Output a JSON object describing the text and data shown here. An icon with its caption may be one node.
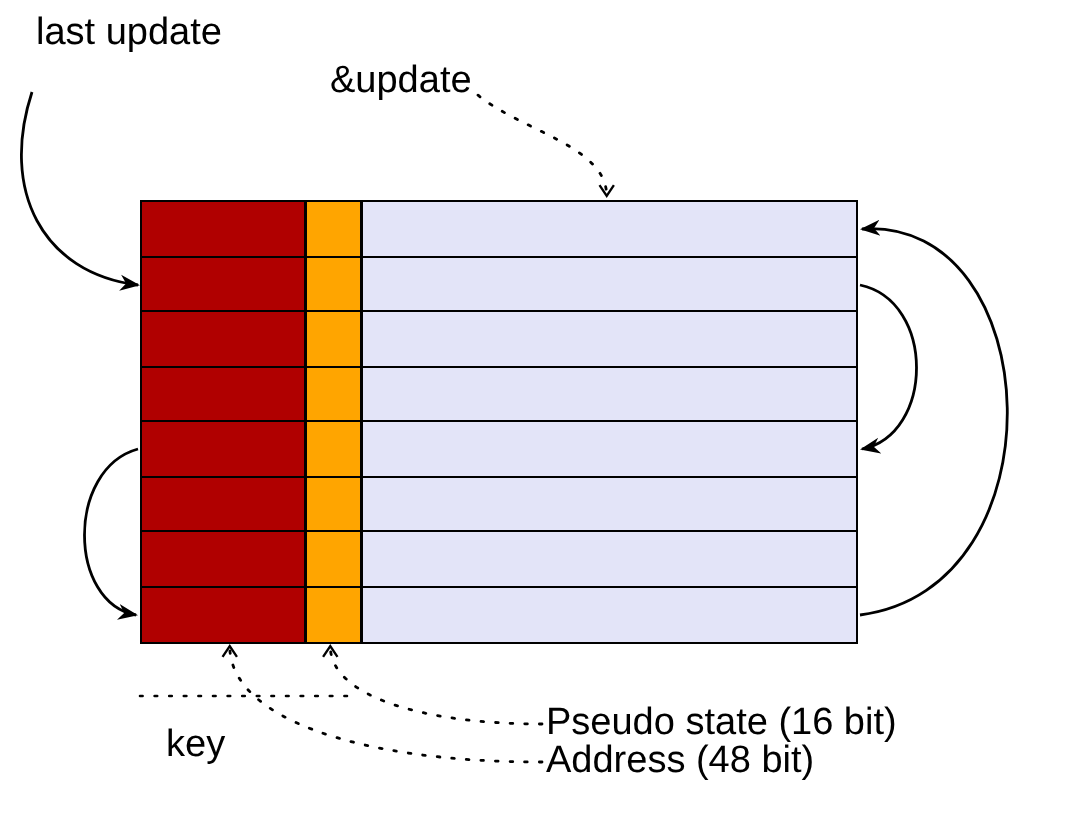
{
  "diagram": {
    "nodes": [
      {
        "text": [
          "last update"
        ]
      },
      {
        "text": [
          "&update"
        ]
      },
      {
        "text": [
          "Pseudo state (16 bit)"
        ]
      },
      {
        "text": [
          "Address (48 bit)"
        ]
      },
      {
        "text": [],
        "shape": "bar"
      },
      {
        "text": [],
        "shape": "bar"
      },
      {
        "text": [],
        "shape": "bar"
      },
      {
        "text": [],
        "shape": "bar"
      },
      {
        "text": [],
        "shape": "bar"
      },
      {
        "text": [],
        "shape": "bar"
      },
      {
        "text": [],
        "shape": "bar"
      },
      {
        "text": [],
        "shape": "bar"
      }
    ],
    "edges": [
      {
        "from": 0,
        "to": 5,
        "arrow": "to"
      },
      {
        "from": 1,
        "to": 4,
        "arrow": "to",
        "style": "dashed"
      },
      {
        "from": 2,
        "to": 11,
        "arrow": "to",
        "style": "dashed"
      },
      {
        "from": 3,
        "to": 11,
        "arrow": "to",
        "style": "dashed"
      },
      {
        "from": 11,
        "to": 4,
        "arrow": "to"
      },
      {
        "from": 5,
        "to": 8,
        "arrow": "to"
      },
      {
        "from": 8,
        "to": 11,
        "arrow": "to"
      }
    ],
    "labels": [
      "key"
    ]
  }
}
